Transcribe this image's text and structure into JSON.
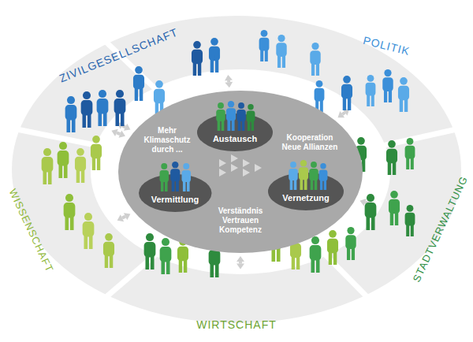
{
  "diagram": {
    "nodes": [
      {
        "text": [
          "Mehr Klimaschutz durch ...",
          "Kooperation Neue Allianzen",
          "Verständnis Vertrauen Kompetenz"
        ]
      },
      {
        "text": [
          "Austausch"
        ],
        "in": 0
      },
      {
        "text": [
          "Vermittlung"
        ],
        "in": 0
      },
      {
        "text": [
          "Vernetzung"
        ],
        "in": 0
      }
    ],
    "labels": [
      "ZIVILGESELLSCHAFT",
      "POLITIK",
      "STADTVERWALTUNG",
      "WIRTSCHAFT",
      "WISSENSCHAFT"
    ]
  }
}
